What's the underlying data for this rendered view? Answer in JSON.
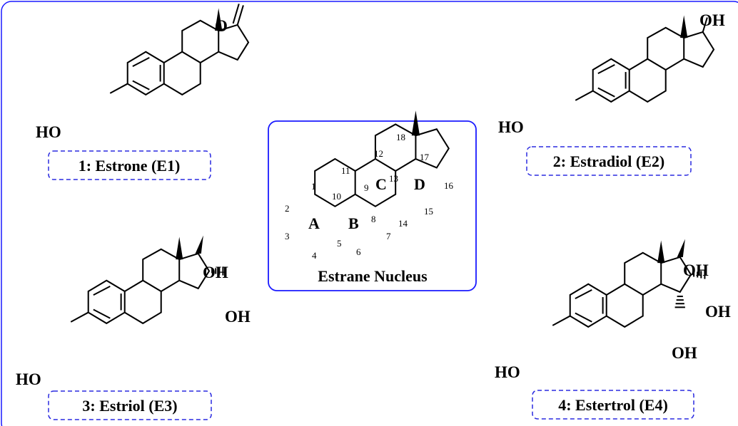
{
  "colors": {
    "frame": "#1a1aff",
    "caption_border": "#2a2ae0",
    "bond": "#000000"
  },
  "compounds": [
    {
      "caption": "1: Estrone (E1)",
      "ho": "HO",
      "o": "O"
    },
    {
      "caption": "2: Estradiol (E2)",
      "ho": "HO",
      "oh": "OH"
    },
    {
      "caption": "3: Estriol (E3)",
      "ho": "HO",
      "oh17": "OH",
      "oh16": "OH"
    },
    {
      "caption": "4: Estertrol (E4)",
      "ho": "HO",
      "oh17": "OH",
      "oh16": "OH",
      "oh15": "OH"
    }
  ],
  "nucleus": {
    "title": "Estrane Nucleus",
    "rings": [
      "A",
      "B",
      "C",
      "D"
    ],
    "positions": [
      "1",
      "2",
      "3",
      "4",
      "5",
      "6",
      "7",
      "8",
      "9",
      "10",
      "11",
      "12",
      "13",
      "14",
      "15",
      "16",
      "17",
      "18"
    ]
  }
}
